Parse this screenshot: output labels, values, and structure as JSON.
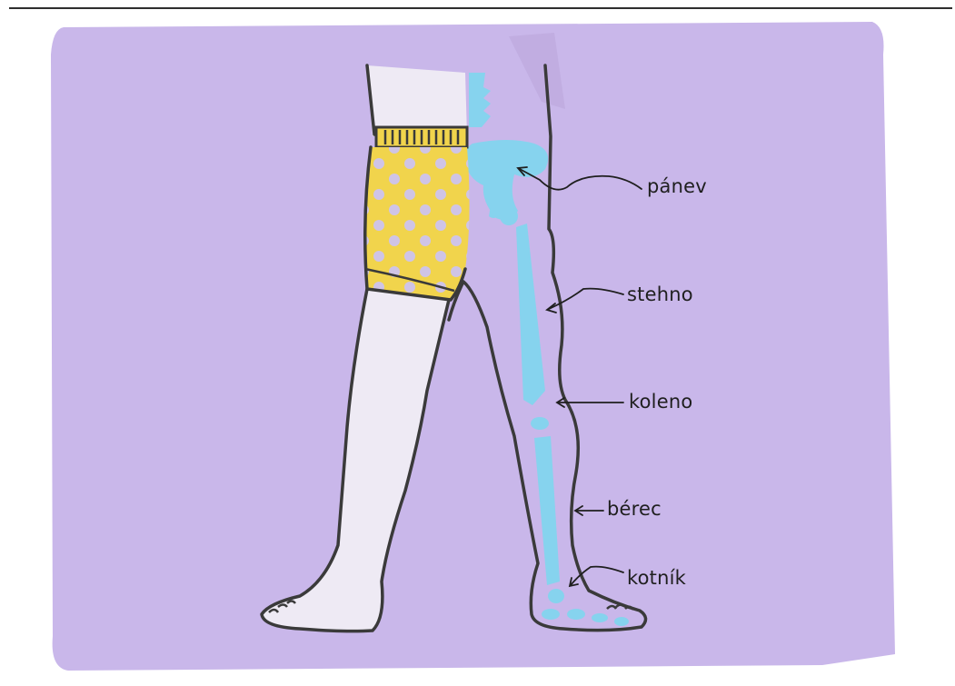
{
  "labels": {
    "panev": "pánev",
    "stehno": "stehno",
    "koleno": "koleno",
    "berec": "bérec",
    "kotnik": "kotník"
  },
  "colors": {
    "background_paint": "#c9b7ea",
    "bone": "#86d3ee",
    "shorts": "#f1d44c",
    "leg_fill": "#eeeaf4",
    "outline": "#3a3a3a"
  }
}
